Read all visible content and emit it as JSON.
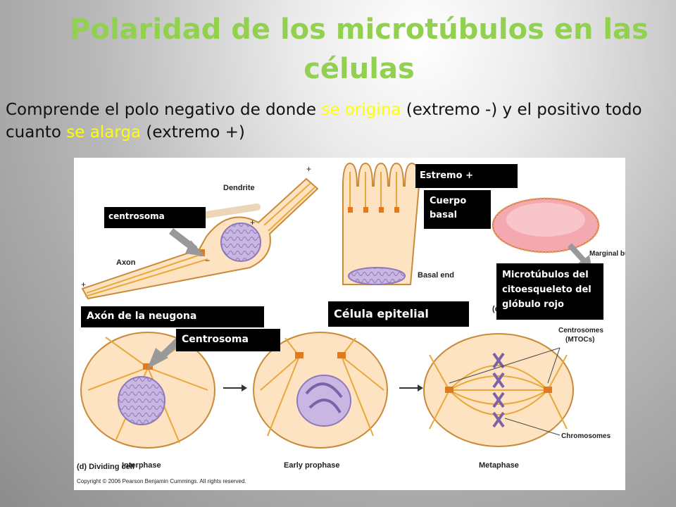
{
  "slide": {
    "title": "Polaridad de los microtúbulos en las células",
    "subtitle": {
      "part1": "Comprende el polo negativo de donde ",
      "hl1": "se origina",
      "part2": " (extremo -) y el positivo  todo cuanto ",
      "hl2": "se alarga",
      "part3": " (extremo +)"
    }
  },
  "labels": {
    "centrosoma": "centrosoma",
    "estremo": "Estremo +",
    "cuerpo_basal": "Cuerpo basal",
    "microtubulos": "Microtúbulos del citoesqueleto del glóbulo rojo",
    "axon_neurona": "Axón de la neugona",
    "centrosoma2": "Centrosoma",
    "celula_epitelial": "Célula epitelial"
  },
  "figure": {
    "dendrite": "Dendrite",
    "axon": "Axon",
    "basal_end": "Basal end",
    "marginal_bundle": "Marginal bundle",
    "centrosomes": "Centrosomes",
    "mtocs": "(MTOCs)",
    "chromosomes": "Chromosomes",
    "interphase": "Interphase",
    "early_prophase": "Early prophase",
    "metaphase": "Metaphase",
    "dividing_cell": "(d) Dividing cell",
    "panel_c": "(c",
    "copyright": "Copyright © 2006 Pearson Benjamin Cummings. All rights reserved."
  },
  "colors": {
    "title": "#92d050",
    "highlight": "#ffff00",
    "cell_fill": "#fde3c2",
    "microtubule": "#e8a93a",
    "nucleus": "#c9b6e3",
    "rbc": "#f4a9b0"
  }
}
